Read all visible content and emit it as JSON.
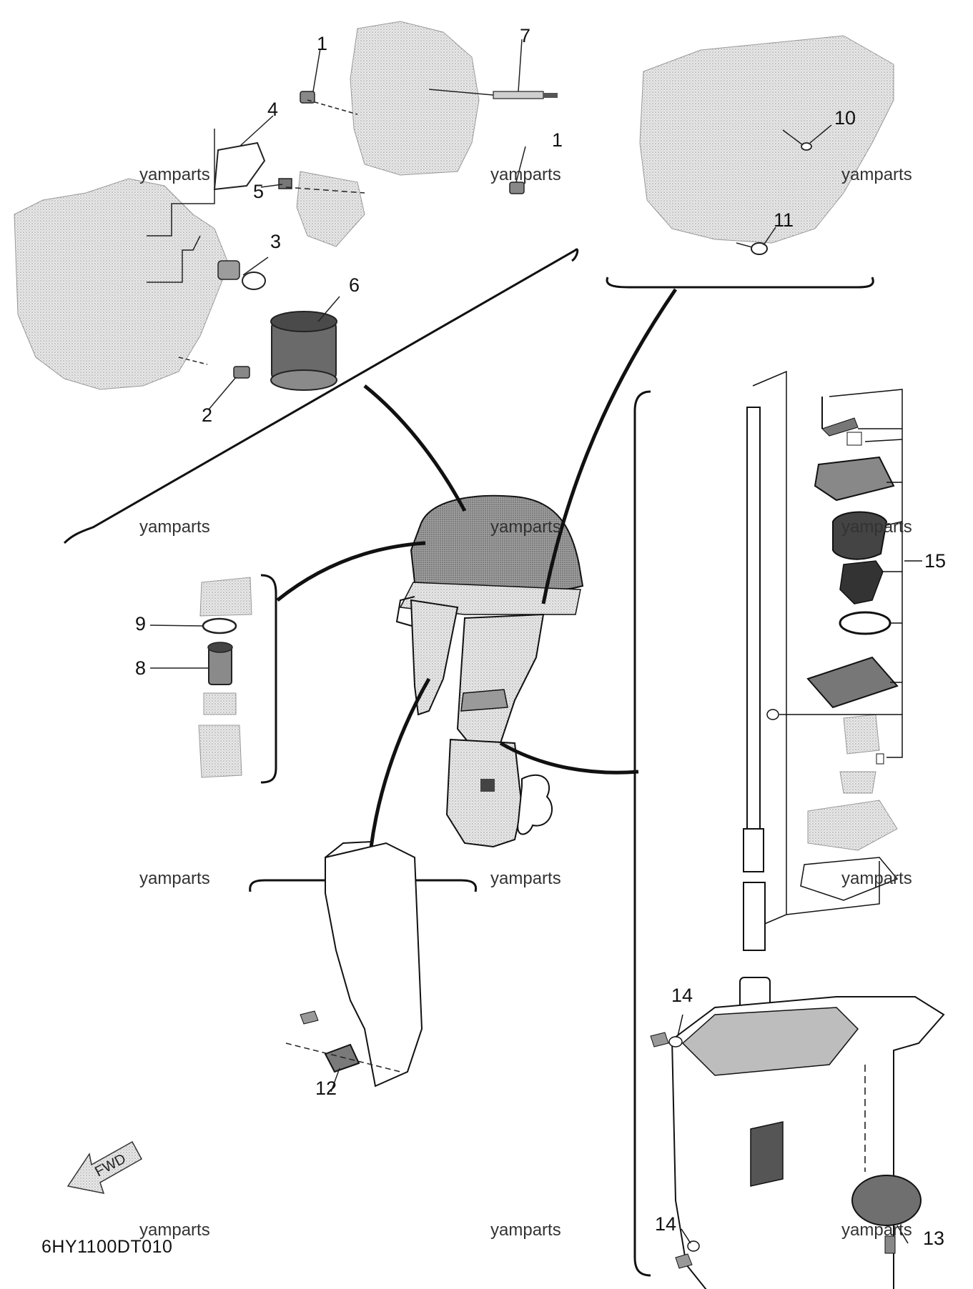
{
  "diagram": {
    "drawing_code": "6HY1100DT010",
    "watermark": "yamparts",
    "direction_label": "FWD",
    "callouts": [
      "1",
      "1",
      "2",
      "3",
      "4",
      "5",
      "6",
      "7",
      "8",
      "9",
      "10",
      "11",
      "12",
      "13",
      "14",
      "14",
      "15"
    ]
  },
  "colors": {
    "line": "#111111",
    "part_fill": "#d8d8d8",
    "part_dark": "#8c8c8c"
  }
}
